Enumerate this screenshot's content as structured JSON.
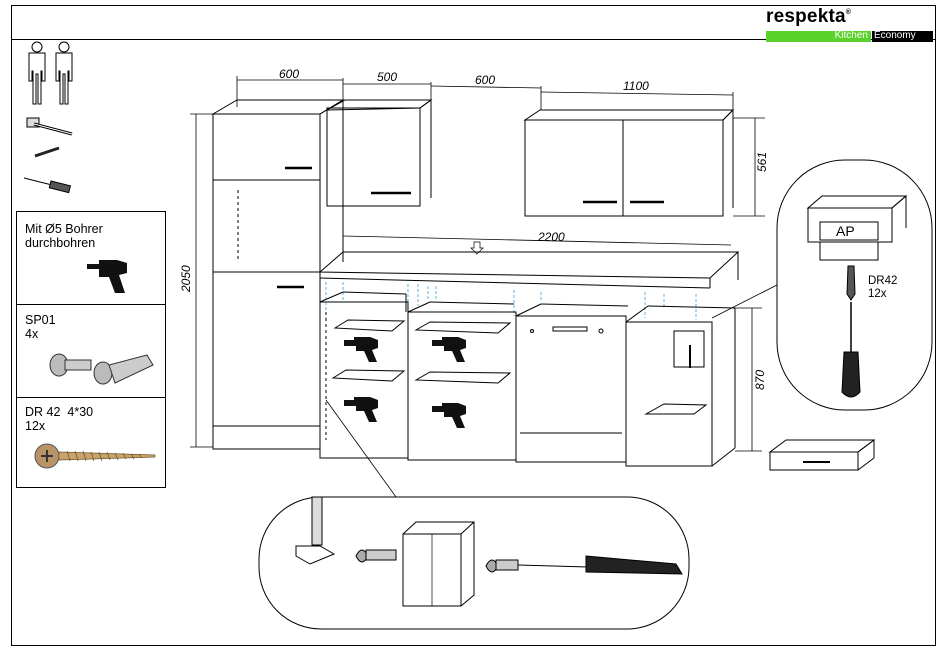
{
  "brand": {
    "name": "respekta",
    "registered": "®",
    "tagline_left": "Kitchen",
    "tagline_right": "Economy",
    "green": "#5bd22b"
  },
  "tools_panel": {
    "items": [
      {
        "icon": "two-persons-icon"
      },
      {
        "icon": "hammer-icon"
      },
      {
        "icon": "drill-bit-icon"
      },
      {
        "icon": "screwdriver-icon"
      }
    ]
  },
  "steps": [
    {
      "text": "Mit Ø5 Bohrer\ndurchbohren",
      "icon": "drill-icon"
    },
    {
      "code": "SP01",
      "qty": "4x",
      "icon": "connector-screw-icon"
    },
    {
      "code": "DR 42  4*30",
      "qty": "12x",
      "icon": "wood-screw-icon"
    }
  ],
  "dimensions": {
    "w_600_left": "600",
    "w_500": "500",
    "w_600_gap": "600",
    "w_1100": "1100",
    "h_561": "561",
    "h_2050": "2050",
    "w_2200": "2200",
    "h_870": "870"
  },
  "detail_callout": {
    "label": "AP",
    "screw_code": "DR42",
    "screw_qty": "12x"
  }
}
